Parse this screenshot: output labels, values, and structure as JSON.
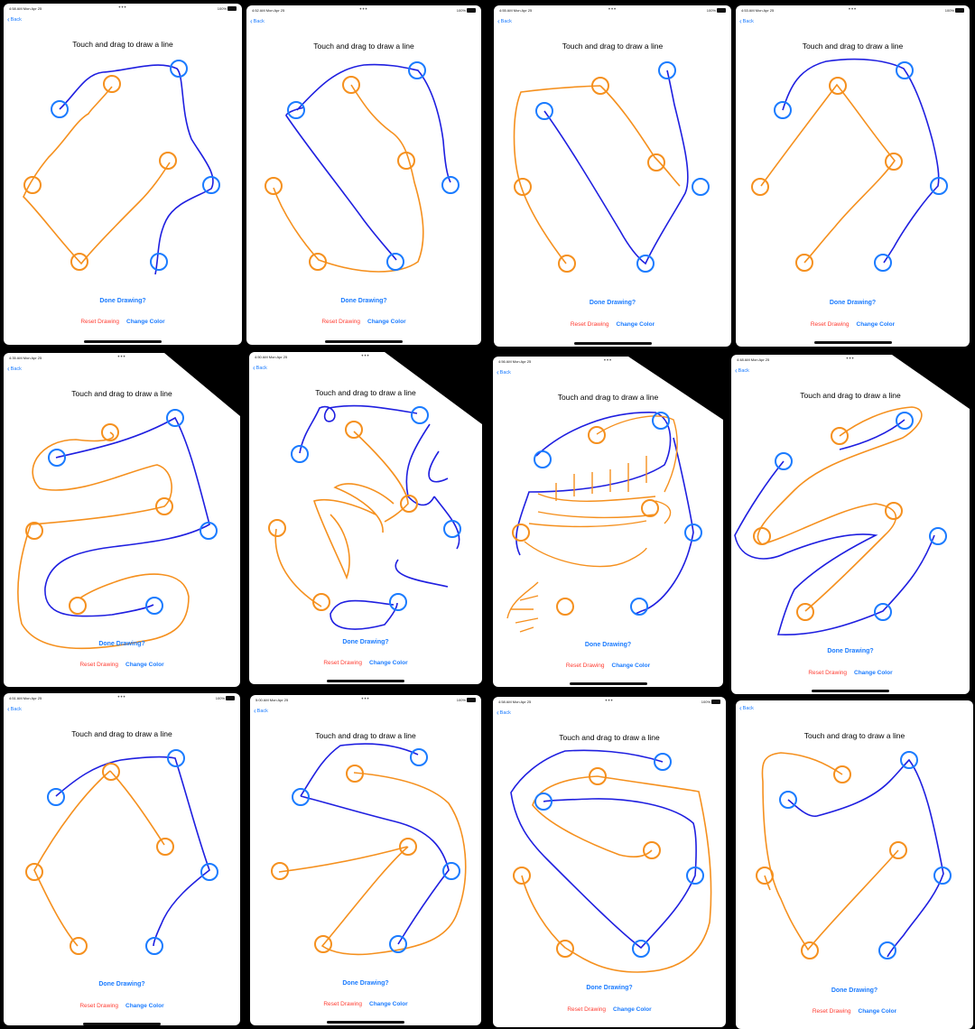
{
  "app": {
    "back_label": "Back",
    "title": "Touch and drag to draw a line",
    "done_label": "Done Drawing?",
    "reset_label": "Reset Drawing",
    "change_label": "Change Color",
    "battery": "100%",
    "status_dots": "•••"
  },
  "colors": {
    "blue": "#1f1fe0",
    "orange": "#f5901e",
    "circle_blue": "#1a7bff",
    "circle_orange": "#f5901e",
    "link_blue": "#1a7bff",
    "reset_red": "#ff3b30"
  },
  "panels": [
    {
      "time": "4:58 AM   Mon Apr 25"
    },
    {
      "time": "4:52 AM   Mon Apr 25"
    },
    {
      "time": "4:55 AM   Mon Apr 25"
    },
    {
      "time": "4:53 AM   Mon Apr 25"
    },
    {
      "time": "4:35 AM   Mon Apr 25"
    },
    {
      "time": "4:50 AM   Mon Apr 25"
    },
    {
      "time": "4:56 AM   Mon Apr 25"
    },
    {
      "time": "4:48 AM   Mon Apr 25"
    },
    {
      "time": "4:51 AM   Mon Apr 25"
    },
    {
      "time": "5:00 AM   Mon Apr 25"
    },
    {
      "time": "4:58 AM   Mon Apr 25"
    },
    {
      "time": ""
    }
  ]
}
